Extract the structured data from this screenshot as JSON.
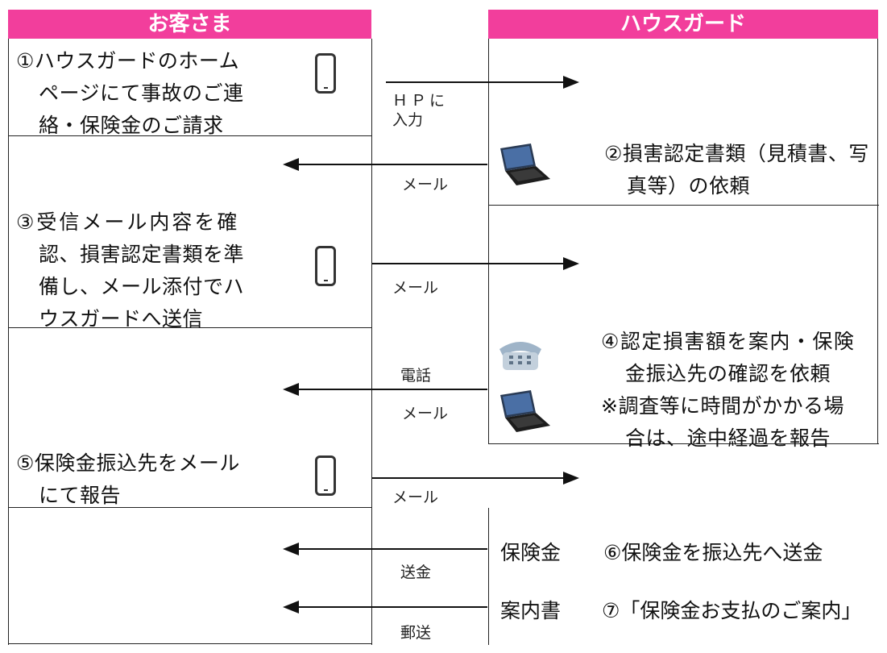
{
  "customer_header": "お客さま",
  "company_header": "ハウスガード",
  "steps": {
    "s1": [
      "①ハウスガードのホーム",
      "ページにて事故のご連",
      "絡・保険金のご請求"
    ],
    "s2": [
      "②損害認定書類（見積書、写",
      "真等）の依頼"
    ],
    "s3": [
      "③受信メール内容を確",
      "認、損害認定書類を準",
      "備し、メール添付でハ",
      "ウスガードへ送信"
    ],
    "s4": [
      "④認定損害額を案内・保険",
      "金振込先の確認を依頼",
      "※調査等に時間がかかる場",
      "合は、途中経過を報告"
    ],
    "s5": [
      "⑤保険金振込先をメール",
      "にて報告"
    ],
    "s6": "⑥保険金を振込先へ送金",
    "s7": "⑦「保険金お支払のご案内」"
  },
  "arrow_labels": {
    "hp": [
      "ＨＰに",
      "入力"
    ],
    "mail1": "メール",
    "mail2": "メール",
    "phone": "電話",
    "mail3": "メール",
    "mail4": "メール",
    "remit": "送金",
    "post": "郵送"
  },
  "sender_labels": {
    "insurance": "保険金",
    "guide": "案内書"
  },
  "icons": [
    "smartphone-icon",
    "laptop-icon",
    "telephone-icon"
  ],
  "colors": {
    "header": "#f23e9c"
  }
}
